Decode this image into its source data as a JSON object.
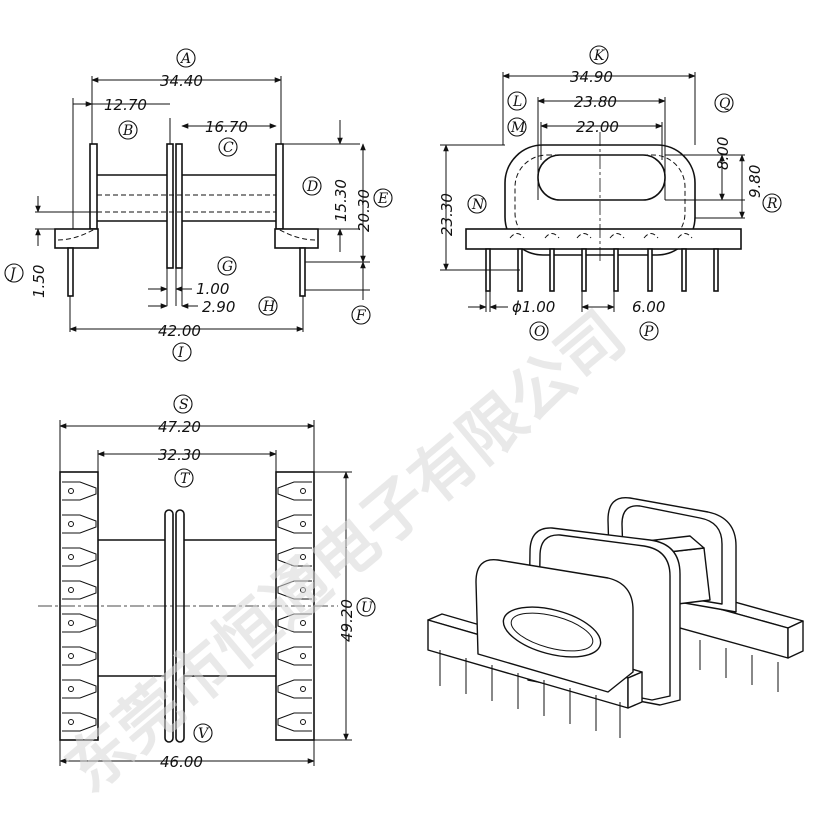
{
  "front_view": {
    "dims": {
      "A": "34.40",
      "B": "12.70",
      "C": "16.70",
      "D": "15.30",
      "E": "20.30",
      "F": "",
      "G": "1.00",
      "H": "2.90",
      "I": "42.00",
      "J": "1.50"
    },
    "labels": {
      "A": "A",
      "B": "B",
      "C": "C",
      "D": "D",
      "E": "E",
      "F": "F",
      "G": "G",
      "H": "H",
      "I": "I",
      "J": "J"
    }
  },
  "side_view": {
    "dims": {
      "K": "34.90",
      "L": "23.80",
      "M": "22.00",
      "N": "23.30",
      "O": "ϕ1.00",
      "P": "6.00",
      "Q": "8.00",
      "R": "9.80"
    },
    "labels": {
      "K": "K",
      "L": "L",
      "M": "M",
      "N": "N",
      "O": "O",
      "P": "P",
      "Q": "Q",
      "R": "R"
    }
  },
  "bottom_view": {
    "dims": {
      "S": "47.20",
      "T": "32.30",
      "U": "49.20",
      "V": "46.00"
    },
    "labels": {
      "S": "S",
      "T": "T",
      "U": "U",
      "V": "V"
    }
  },
  "watermark": "东莞市恒通电子有限公司"
}
